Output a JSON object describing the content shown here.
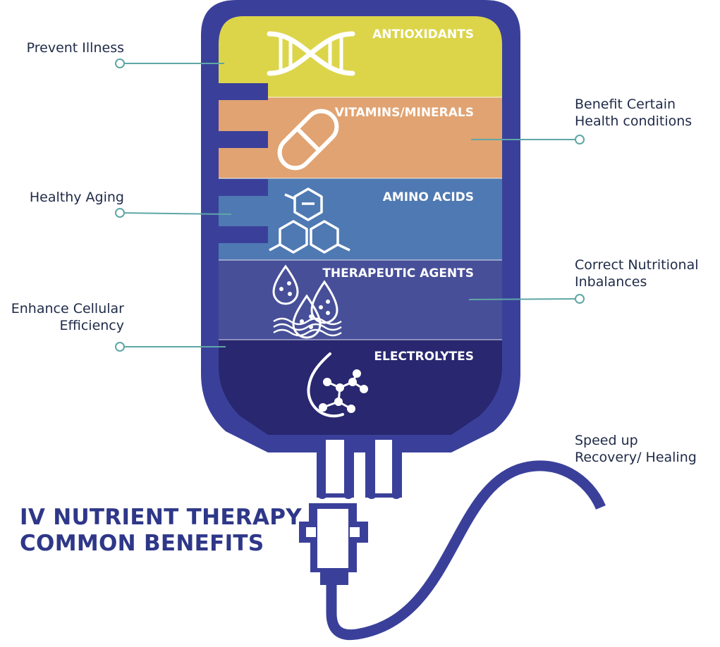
{
  "title": {
    "line1": "IV NUTRIENT THERAPY",
    "line2": "COMMON BENEFITS"
  },
  "layers": [
    {
      "label": "ANTIOXIDANTS",
      "color": "#dcd54a",
      "icon": "dna-icon"
    },
    {
      "label": "VITAMINS/MINERALS",
      "color": "#e1a372",
      "icon": "capsule-icon"
    },
    {
      "label": "AMINO ACIDS",
      "color": "#4f79b2",
      "icon": "molecule-icon"
    },
    {
      "label": "THERAPEUTIC AGENTS",
      "color": "#474f98",
      "icon": "drops-icon"
    },
    {
      "label": "ELECTROLYTES",
      "color": "#28276f",
      "icon": "electrolyte-drop-icon"
    }
  ],
  "benefits": {
    "left": [
      {
        "lines": [
          "Prevent Illness"
        ]
      },
      {
        "lines": [
          "Healthy Aging"
        ]
      },
      {
        "lines": [
          "Enhance Cellular",
          "Efficiency"
        ]
      }
    ],
    "right": [
      {
        "lines": [
          "Benefit Certain",
          "Health conditions"
        ]
      },
      {
        "lines": [
          "Correct Nutritional",
          "Inbalances"
        ]
      },
      {
        "lines": [
          "Speed up",
          "Recovery/ Healing"
        ]
      }
    ]
  },
  "colors": {
    "bag_outline": "#3a409a",
    "connector": "#5fa6a6",
    "title": "#2e3788"
  }
}
